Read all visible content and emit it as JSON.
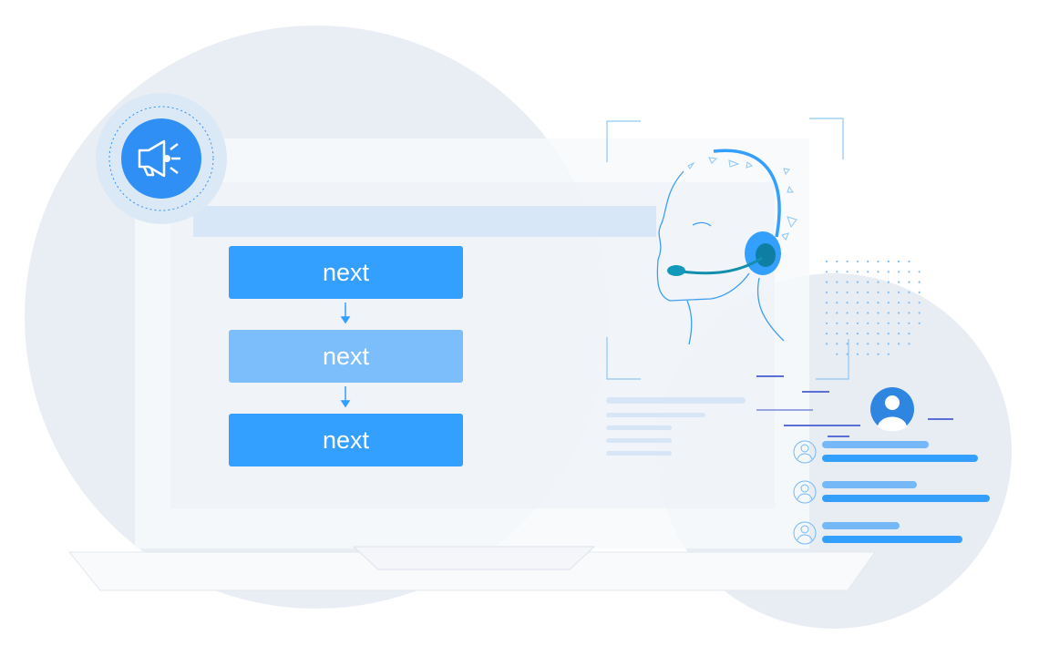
{
  "flow": {
    "steps": [
      {
        "label": "next",
        "color": "#339ffe"
      },
      {
        "label": "next",
        "color": "#7cbdfb"
      },
      {
        "label": "next",
        "color": "#339ffe"
      }
    ]
  },
  "colors": {
    "accent": "#2f8ff5",
    "background_circle": "#e9eef5",
    "bar_light": "#74b8f8",
    "bar_dark": "#339ffe"
  },
  "icons": [
    "megaphone-icon",
    "headset-agent-icon",
    "user-avatar-icon",
    "user-icon"
  ]
}
